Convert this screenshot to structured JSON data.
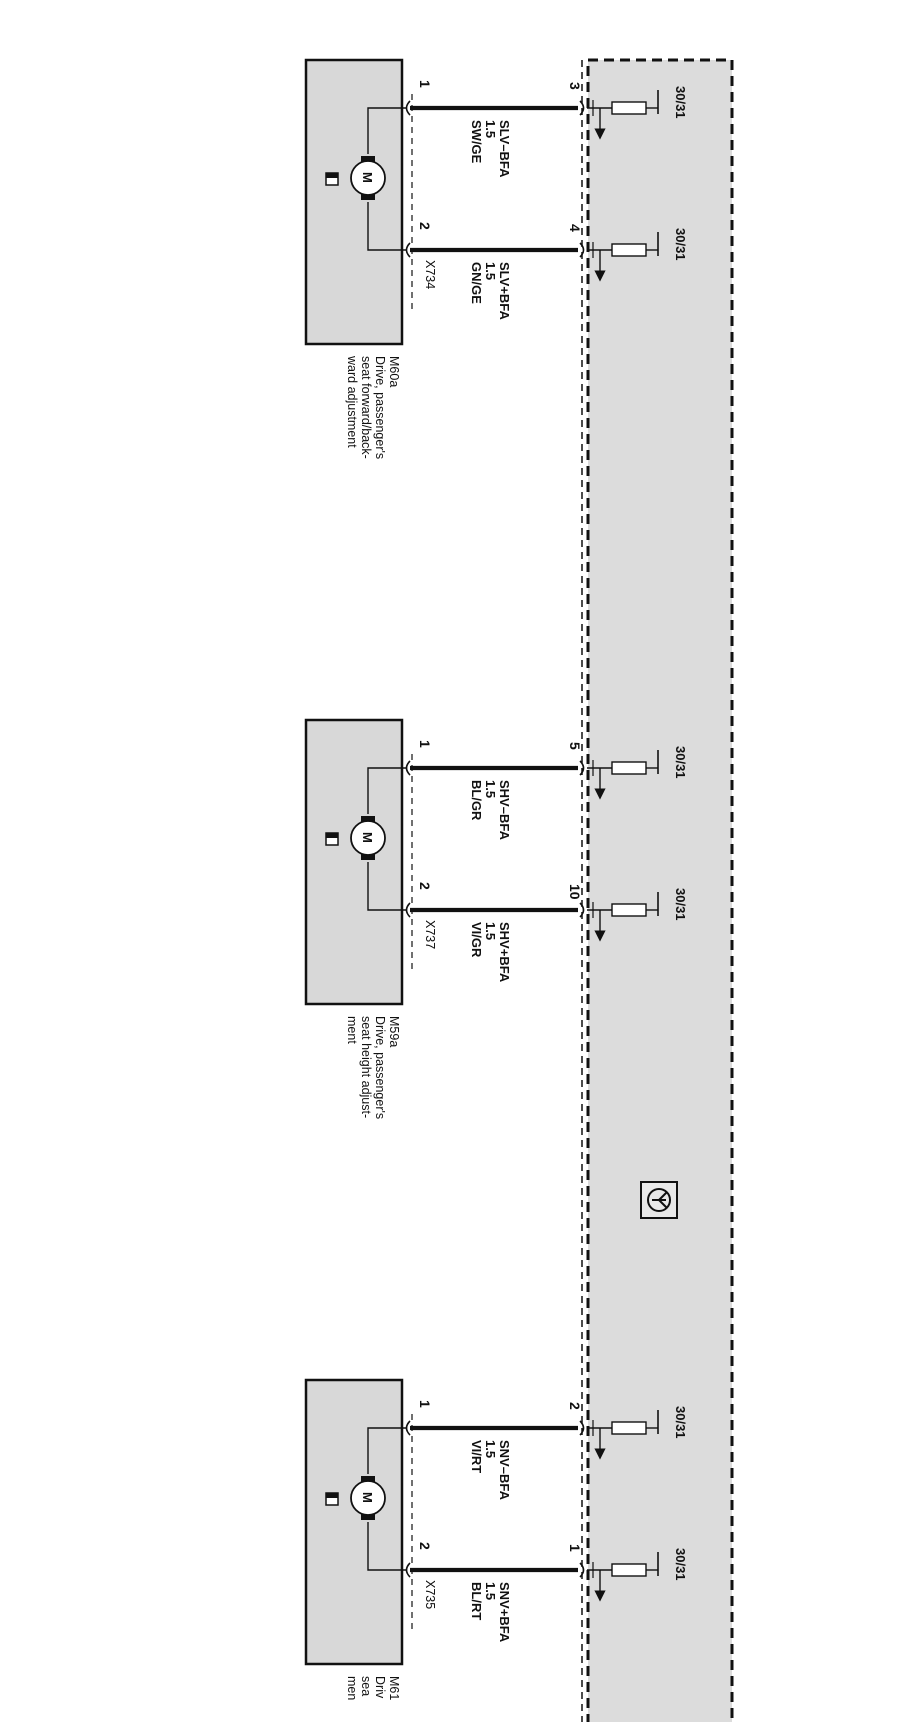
{
  "components": [
    {
      "id": "m60a",
      "code": "M60a",
      "connector": "X734",
      "desc_lines": [
        "Drive, passenger's",
        "seat forward/back-",
        "ward adjustment"
      ],
      "motor_symbol": "M",
      "wires": [
        {
          "motor_pin": "1",
          "module_pin": "3",
          "signal": "SLV–BFA",
          "gauge": "1.5",
          "color": "SW/GE",
          "fuse": "30/31"
        },
        {
          "motor_pin": "2",
          "module_pin": "4",
          "signal": "SLV+BFA",
          "gauge": "1.5",
          "color": "GN/GE",
          "fuse": "30/31"
        }
      ]
    },
    {
      "id": "m59a",
      "code": "M59a",
      "connector": "X737",
      "desc_lines": [
        "Drive, passenger's",
        "seat height adjust-",
        "ment"
      ],
      "motor_symbol": "M",
      "wires": [
        {
          "motor_pin": "1",
          "module_pin": "5",
          "signal": "SHV–BFA",
          "gauge": "1.5",
          "color": "BL/GR",
          "fuse": "30/31"
        },
        {
          "motor_pin": "2",
          "module_pin": "10",
          "signal": "SHV+BFA",
          "gauge": "1.5",
          "color": "VI/GR",
          "fuse": "30/31"
        }
      ]
    },
    {
      "id": "m61",
      "code": "M61",
      "connector": "X735",
      "desc_lines": [
        "Driv",
        "sea",
        "men"
      ],
      "motor_symbol": "M",
      "wires": [
        {
          "motor_pin": "1",
          "module_pin": "2",
          "signal": "SNV–BFA",
          "gauge": "1.5",
          "color": "VI/RT",
          "fuse": "30/31"
        },
        {
          "motor_pin": "2",
          "module_pin": "1",
          "signal": "SNV+BFA",
          "gauge": "1.5",
          "color": "BL/RT",
          "fuse": "30/31"
        }
      ]
    }
  ],
  "colors": {
    "module_fill": "#dcdcdc",
    "motor_box_fill": "#d8d8d8",
    "line": "#111111"
  }
}
